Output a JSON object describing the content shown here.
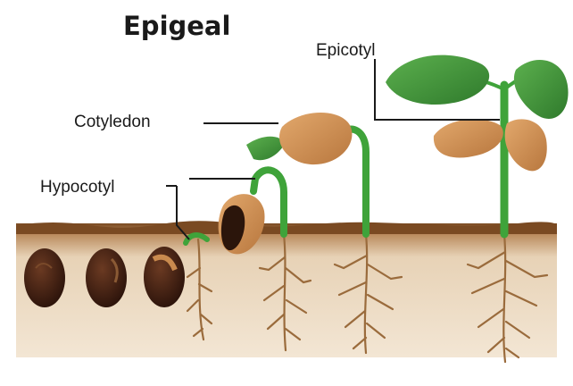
{
  "diagram": {
    "title": "Epigeal",
    "labels": {
      "epicotyl": "Epicotyl",
      "cotyledon": "Cotyledon",
      "hypocotyl": "Hypocotyl"
    },
    "colors": {
      "soil_top": "#8a5a2b",
      "soil_body": "#e4cdb0",
      "seed": "#3a1a0e",
      "stem": "#3fa33a",
      "leaf": "#3f8f3a",
      "cotyledon": "#c98a4e",
      "root": "#9a6b3c",
      "leader_line": "#1a1a1a"
    }
  }
}
